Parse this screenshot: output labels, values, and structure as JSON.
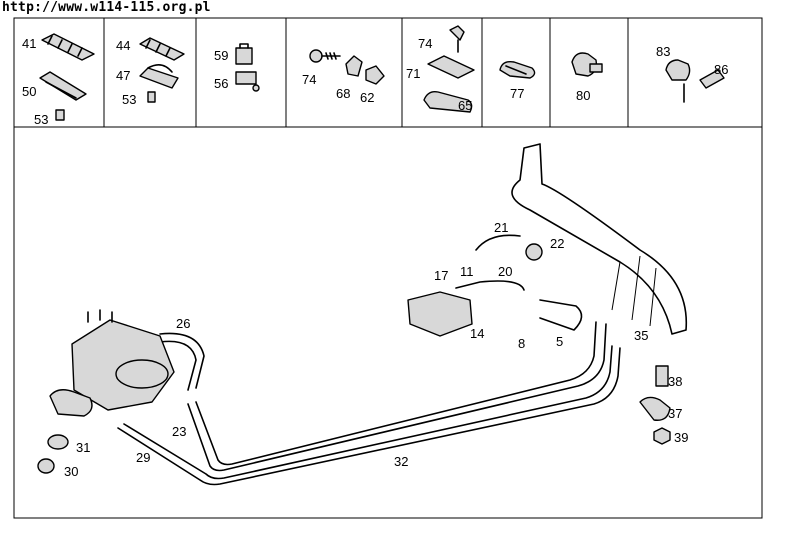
{
  "header": {
    "url": "http://www.w114-115.org.pl"
  },
  "top_boxes": [
    {
      "labels": [
        "41",
        "50",
        "53"
      ]
    },
    {
      "labels": [
        "44",
        "47",
        "53"
      ]
    },
    {
      "labels": [
        "59",
        "56"
      ]
    },
    {
      "labels": [
        "74",
        "68",
        "62"
      ]
    },
    {
      "labels": [
        "74",
        "71",
        "65"
      ]
    },
    {
      "labels": [
        "77"
      ]
    },
    {
      "labels": [
        "80"
      ]
    },
    {
      "labels": [
        "83",
        "86"
      ]
    }
  ],
  "callouts": [
    "26",
    "23",
    "29",
    "31",
    "30",
    "32",
    "17",
    "11",
    "14",
    "21",
    "22",
    "20",
    "8",
    "5",
    "35",
    "38",
    "37",
    "39"
  ]
}
